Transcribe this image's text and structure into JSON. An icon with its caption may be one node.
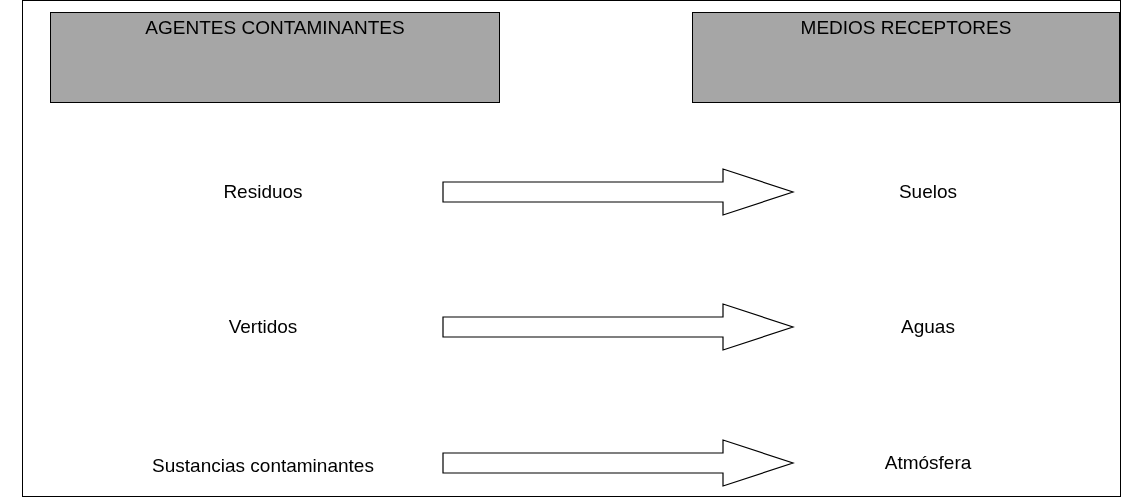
{
  "diagram": {
    "nodes": [
      {
        "text": [
          "AGENTES CONTAMINANTES"
        ]
      },
      {
        "text": [
          "MEDIOS RECEPTORES"
        ]
      },
      {
        "text": [
          "Residuos"
        ]
      },
      {
        "text": [
          "Suelos"
        ]
      },
      {
        "text": [
          "Vertidos"
        ]
      },
      {
        "text": [
          "Aguas"
        ]
      },
      {
        "text": [
          "Sustancias contaminantes"
        ]
      },
      {
        "text": [
          "Atmósfera"
        ]
      }
    ],
    "edges": [
      {
        "from": 2,
        "to": 3,
        "arrow": "to"
      },
      {
        "from": 4,
        "to": 5,
        "arrow": "to"
      },
      {
        "from": 6,
        "to": 7,
        "arrow": "to"
      }
    ]
  }
}
